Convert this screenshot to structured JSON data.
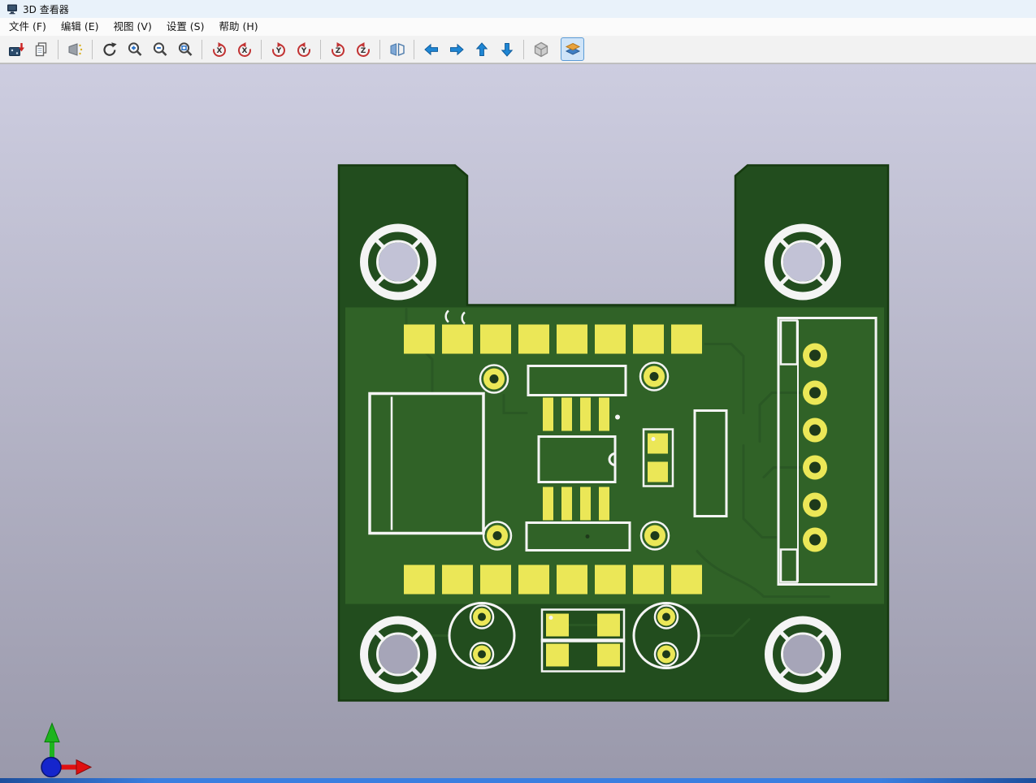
{
  "window": {
    "title": "3D 查看器",
    "icon": "app-board-icon"
  },
  "menu": {
    "items": [
      {
        "id": "file",
        "label": "文件 (F)"
      },
      {
        "id": "edit",
        "label": "编辑 (E)"
      },
      {
        "id": "view",
        "label": "视图 (V)"
      },
      {
        "id": "settings",
        "label": "设置 (S)"
      },
      {
        "id": "help",
        "label": "帮助 (H)"
      }
    ]
  },
  "toolbar": {
    "buttons": [
      {
        "name": "reload-board",
        "icon": "reload-board-icon"
      },
      {
        "name": "copy-image",
        "icon": "copy-icon"
      },
      {
        "name": "raytracing-render",
        "icon": "raytrace-icon"
      },
      {
        "name": "redraw-view",
        "icon": "refresh-icon"
      },
      {
        "name": "zoom-in",
        "icon": "zoom-in-icon"
      },
      {
        "name": "zoom-out",
        "icon": "zoom-out-icon"
      },
      {
        "name": "zoom-to-fit",
        "icon": "zoom-fit-icon"
      },
      {
        "name": "rotate-x-clockwise",
        "icon": "rotate-x-cw-icon",
        "axis": "X"
      },
      {
        "name": "rotate-x-counterclockwise",
        "icon": "rotate-x-ccw-icon",
        "axis": "X"
      },
      {
        "name": "rotate-y-clockwise",
        "icon": "rotate-y-cw-icon",
        "axis": "Y"
      },
      {
        "name": "rotate-y-counterclockwise",
        "icon": "rotate-y-ccw-icon",
        "axis": "Y"
      },
      {
        "name": "rotate-z-clockwise",
        "icon": "rotate-z-cw-icon",
        "axis": "Z"
      },
      {
        "name": "rotate-z-counterclockwise",
        "icon": "rotate-z-ccw-icon",
        "axis": "Z"
      },
      {
        "name": "flip-board",
        "icon": "flip-board-icon"
      },
      {
        "name": "move-left",
        "icon": "arrow-left-icon"
      },
      {
        "name": "move-right",
        "icon": "arrow-right-icon"
      },
      {
        "name": "move-up",
        "icon": "arrow-up-icon"
      },
      {
        "name": "move-down",
        "icon": "arrow-down-icon"
      },
      {
        "name": "orthographic-projection",
        "icon": "cube-icon"
      },
      {
        "name": "appearance-layers",
        "icon": "layers-icon",
        "toggled": true
      }
    ]
  },
  "colors": {
    "titlebar_bg": "#e9f2fa",
    "toolbar_bg": "#f2f2f2",
    "toggle_bg": "#cfe4f8",
    "toggle_border": "#5b9bd5",
    "window_edge": "#3b7fe0",
    "bg_top": "#cdcde0",
    "bg_bottom": "#9a99ab",
    "board": "#224d1e",
    "zone": "#306227",
    "trace": "#2a5824",
    "pad": "#ebe757",
    "silk": "#f4f4f4",
    "hole": "#1e3a1a",
    "hole_top": "#c2c2d6",
    "hole_bottom": "#a6a5b8",
    "axis_x": "#e01010",
    "axis_y": "#1db41d",
    "axis_z": "#1525cc"
  }
}
